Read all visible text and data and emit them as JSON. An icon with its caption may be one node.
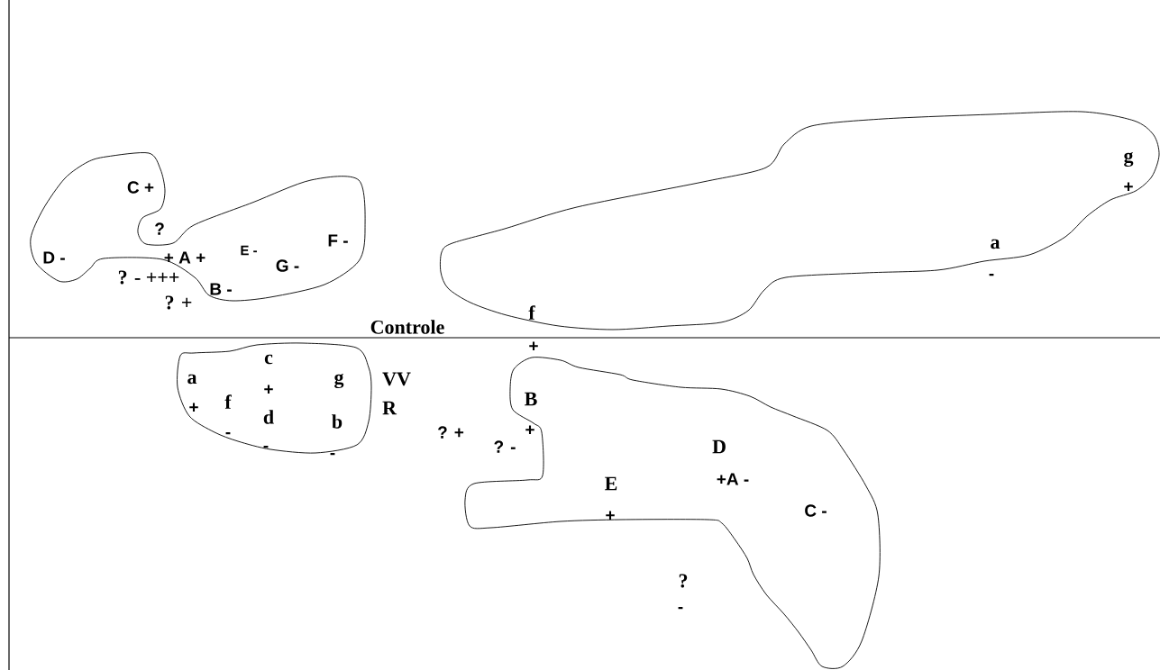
{
  "diagram": {
    "nodes": [
      {
        "text": [
          "C +",
          "D -",
          "+ A +",
          "E -",
          "G -",
          "F -",
          "B -"
        ]
      },
      {
        "text": [
          "g",
          "+",
          "a",
          "-"
        ]
      },
      {
        "text": [
          "a",
          "+",
          "f",
          "c",
          "+",
          "d",
          "g",
          "b",
          "-",
          "-"
        ]
      },
      {
        "text": [
          "B",
          "+",
          "E",
          "+",
          "D",
          "+A -",
          "C -"
        ]
      }
    ],
    "labels": [
      "?",
      "? - +++",
      "? +",
      "f",
      "Controle",
      "+",
      "VV",
      "R",
      "? +",
      "? -",
      "-",
      "?",
      "-"
    ]
  }
}
